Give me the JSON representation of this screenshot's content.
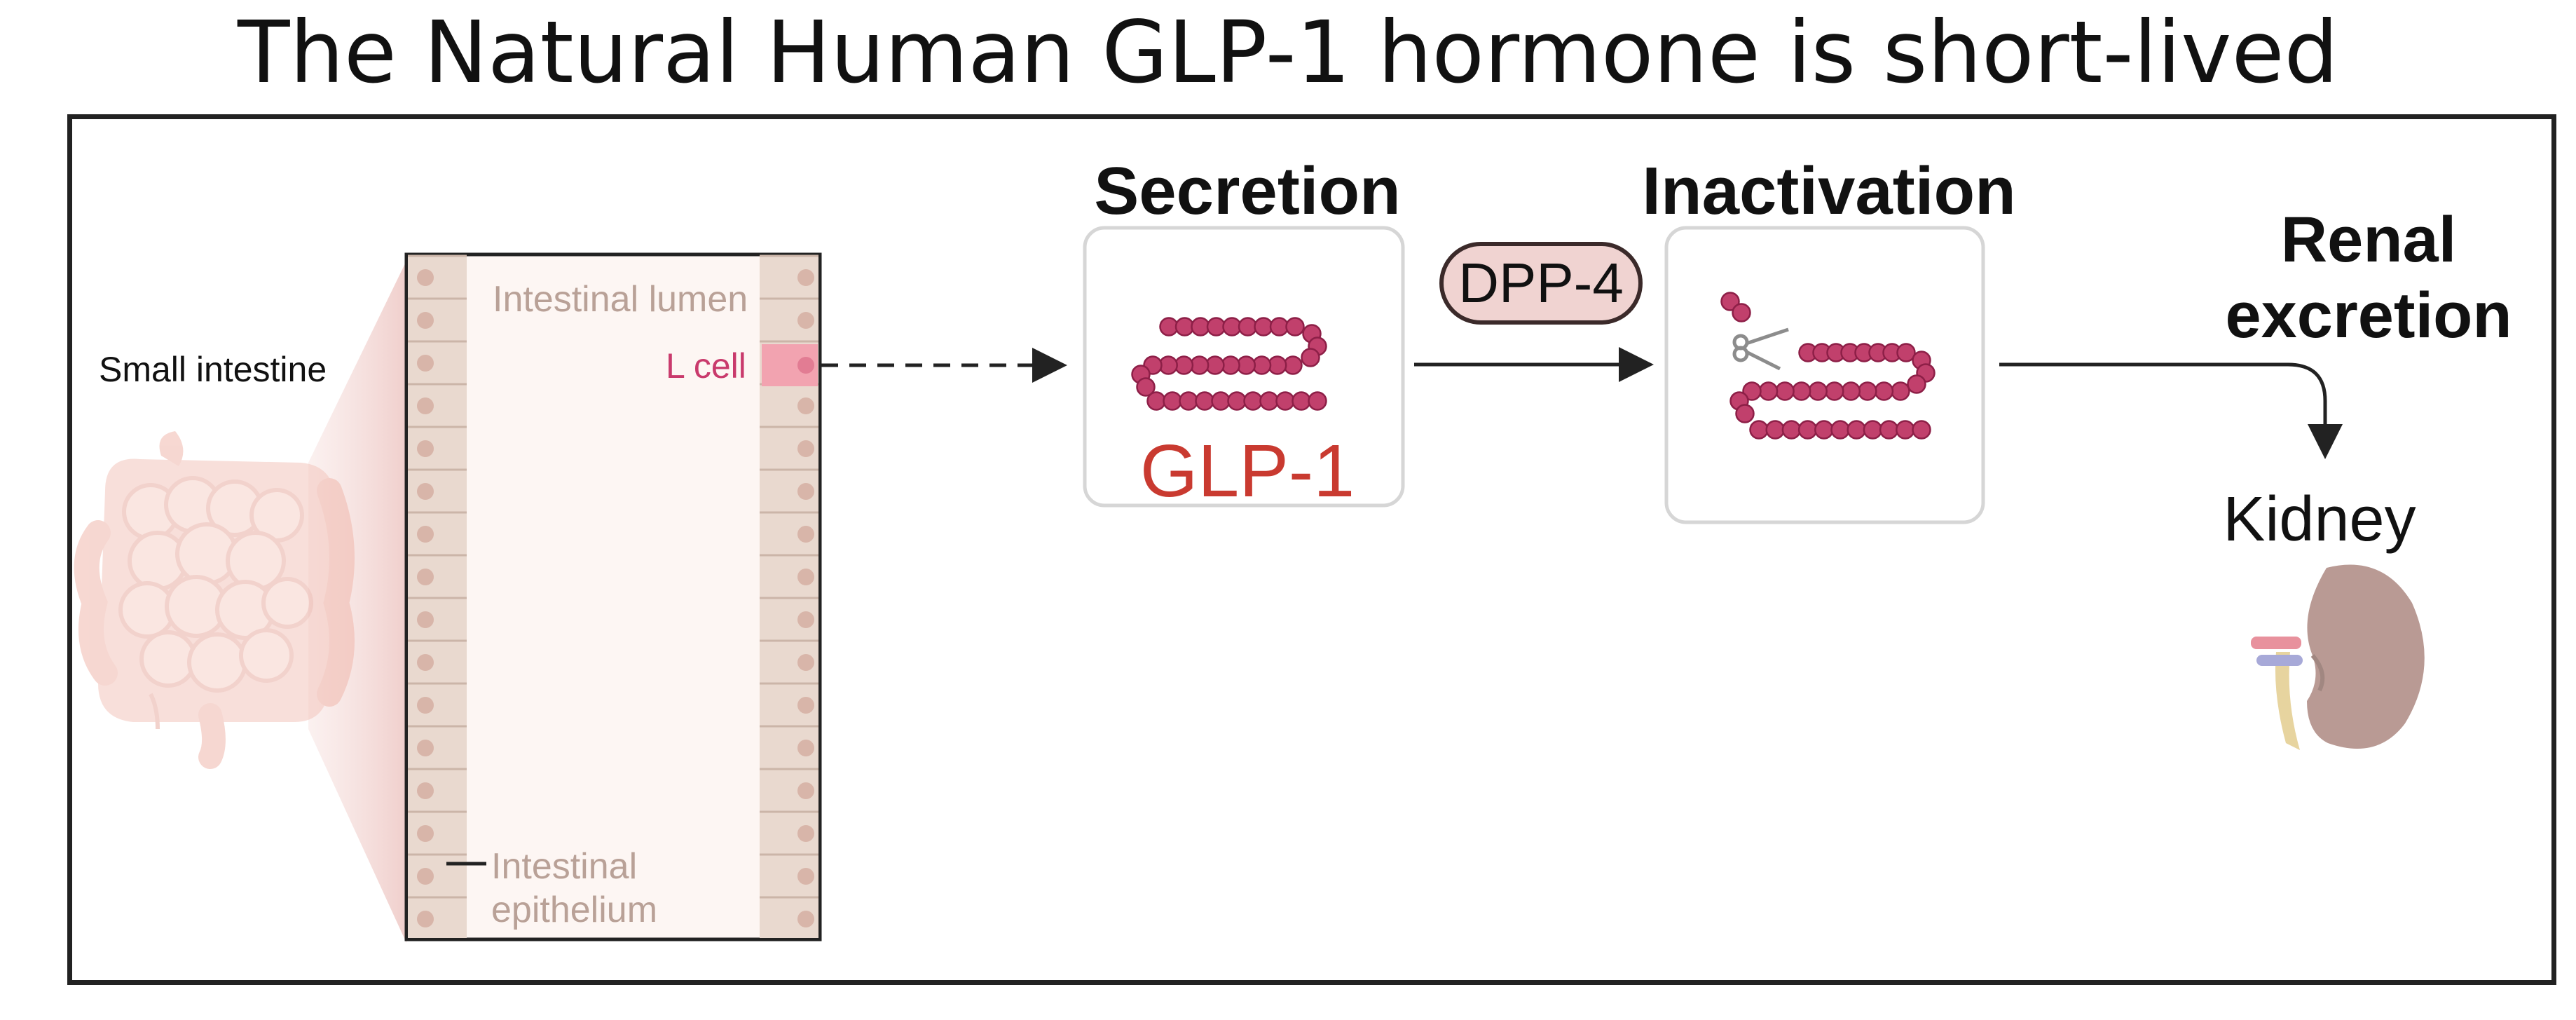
{
  "title": "The Natural Human GLP-1 hormone is short-lived",
  "intestine": {
    "organ_label": "Small intestine",
    "lumen_label": "Intestinal lumen",
    "cell_label": "L cell",
    "epithelium_label": "Intestinal epithelium"
  },
  "steps": {
    "secretion": {
      "title": "Secretion",
      "molecule": "GLP-1"
    },
    "enzyme": "DPP-4",
    "inactivation": {
      "title": "Inactivation"
    },
    "renal": {
      "title": "Renal excretion",
      "organ": "Kidney"
    }
  },
  "colors": {
    "peptide": "#c1406c",
    "glp1_text": "#c93a30",
    "l_cell": "#f2a3b0",
    "epithelium": "#e9d9cf",
    "lumen": "#fdf6f3",
    "badge_fill": "#f0d3d1",
    "kidney": "#b99a94"
  },
  "icons": [
    "small-intestine-icon",
    "peptide-chain-icon",
    "scissors-icon",
    "kidney-icon"
  ]
}
